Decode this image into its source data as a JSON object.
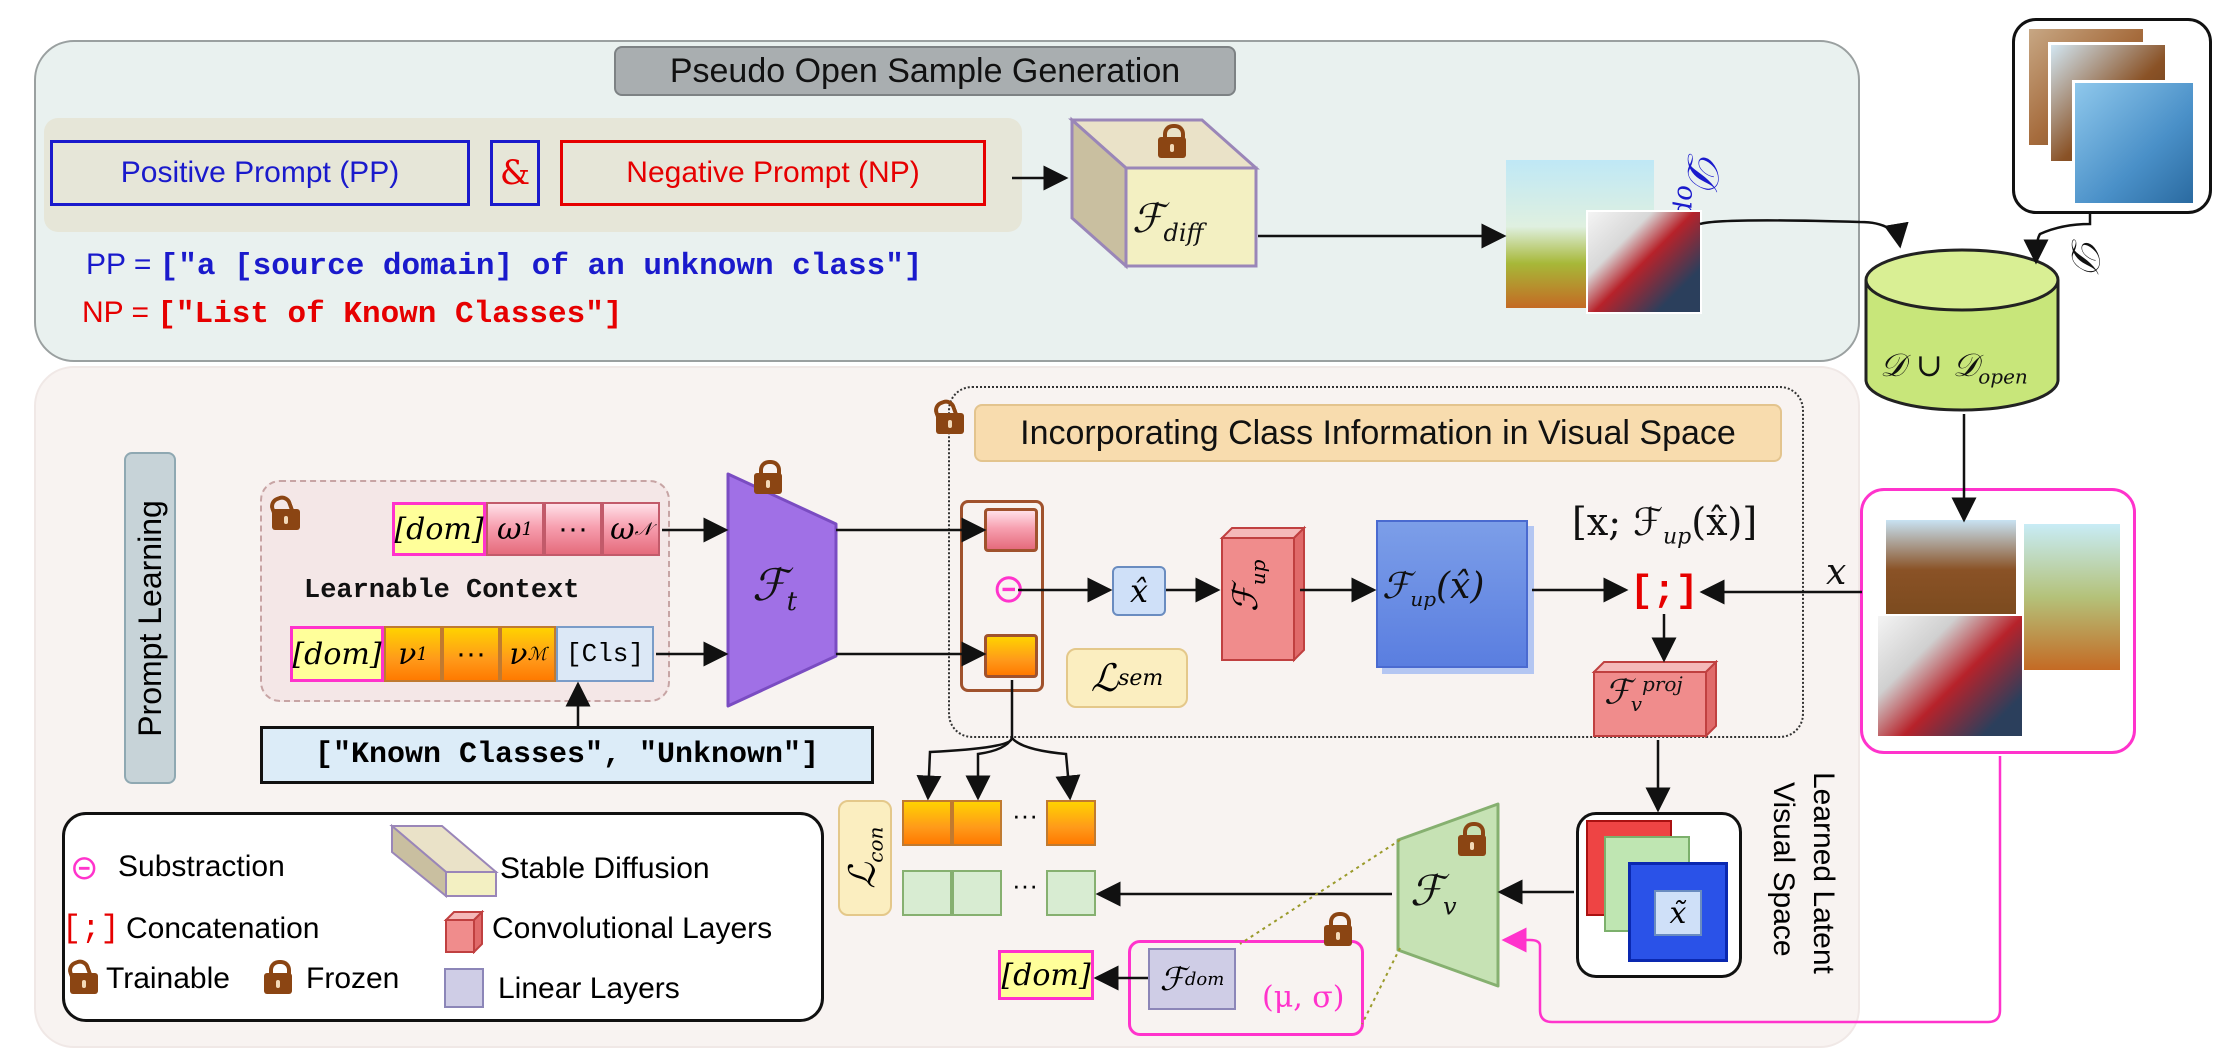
{
  "top_panel": {
    "title": "Pseudo Open Sample Generation",
    "positive_prompt_label": "Positive Prompt (PP)",
    "amp": "&",
    "negative_prompt_label": "Negative Prompt (NP)",
    "pp_key": "PP = ",
    "pp_value": "[\"a [source domain] of an unknown class\"]",
    "np_key": "NP = ",
    "np_value": "[\"List of Known Classes\"]",
    "f_diff": "ℱ",
    "f_diff_sub": "diff",
    "d_open": "𝒟",
    "d_open_sub": "open",
    "d_label": "𝒟",
    "db_label": "𝒟 ∪ 𝒟",
    "db_sub": "open"
  },
  "bottom_panel": {
    "prompt_learning": "Prompt Learning",
    "learnable_context": "Learnable Context",
    "dom": "[dom]",
    "omega1": "ω",
    "omega1_sub": "1",
    "dots": "···",
    "omegaN": "ω",
    "omegaN_sub": "𝒩",
    "nu1": "ν",
    "nu1_sub": "1",
    "nuM": "ν",
    "nuM_sub": "ℳ",
    "cls": "[Cls]",
    "known_unknown": "[\"Known Classes\", \"Unknown\"]",
    "f_t": "ℱ",
    "f_t_sub": "t",
    "incorporating": "Incorporating Class Information in Visual Space",
    "xhat": "x̂",
    "f_up": "ℱ",
    "f_up_sub": "up",
    "f_up_xhat": "ℱ",
    "f_up_xhat_sub": "up",
    "f_up_xhat_arg": "(x̂)",
    "concat_label": "[x; ℱ",
    "concat_label_sub": "up",
    "concat_label_end": "(x̂)]",
    "concat_symbol": "[;]",
    "x_label": "x",
    "l_sem": "ℒ",
    "l_sem_sub": "sem",
    "f_v_proj": "ℱ",
    "f_v_proj_sub": "v",
    "f_v_proj_sup": "proj",
    "learned_latent": "Learned Latent",
    "visual_space": "Visual Space",
    "x_tilde": "x̃",
    "f_v": "ℱ",
    "f_v_sub": "v",
    "l_con": "ℒ",
    "l_con_sub": "con",
    "ellipsis": "···",
    "f_dom": "ℱ",
    "f_dom_sub": "dom",
    "mu_sigma": "(μ, σ)",
    "dom_out": "[dom]"
  },
  "legend": {
    "subtraction_symbol": "⊝",
    "subtraction": "Substraction",
    "stable_diffusion": "Stable Diffusion",
    "concat_symbol": "[;]",
    "concatenation": "Concatenation",
    "conv_layers": "Convolutional Layers",
    "trainable": "Trainable",
    "frozen": "Frozen",
    "linear_layers": "Linear Layers"
  },
  "colors": {
    "blue_text": "#1a1acc",
    "red_text": "#e60000",
    "magenta": "#ff33cc",
    "lock": "#8b4513",
    "top_panel_bg": "#eaf2f0",
    "bottom_panel_bg": "#f8f3f1"
  }
}
